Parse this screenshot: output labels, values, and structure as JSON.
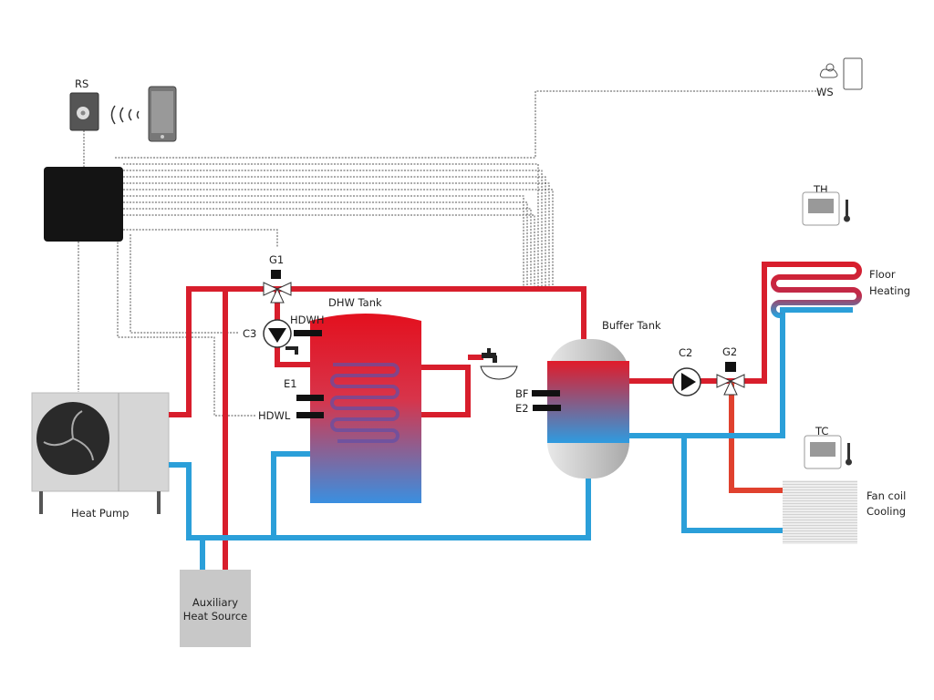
{
  "labels": {
    "rs": "RS",
    "ws": "WS",
    "th": "TH",
    "tc": "TC",
    "g1": "G1",
    "g2": "G2",
    "c2": "C2",
    "c3": "C3",
    "hdwh": "HDWH",
    "hdwl": "HDWL",
    "e1": "E1",
    "e2": "E2",
    "bf": "BF",
    "dhw_tank": "DHW Tank",
    "buffer_tank": "Buffer Tank",
    "heat_pump": "Heat Pump",
    "aux_line1": "Auxiliary",
    "aux_line2": "Heat Source",
    "floor_line1": "Floor",
    "floor_line2": "Heating",
    "fan_line1": "Fan coil",
    "fan_line2": "Cooling"
  },
  "colors": {
    "hot": "#d81e2c",
    "cold": "#2b9fd9",
    "controller": "#141414",
    "unit": "#d4d4d4"
  }
}
